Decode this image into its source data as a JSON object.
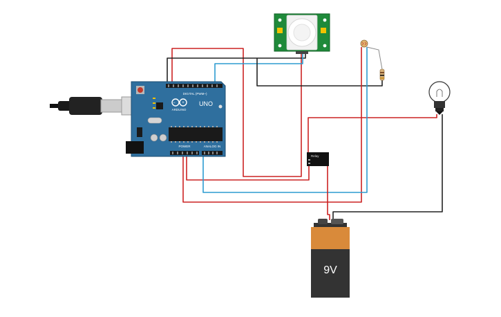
{
  "arduino": {
    "model_label": "UNO",
    "brand_label": "ARDUINO",
    "digital_header_label": "DIGITAL (PWM~)",
    "power_header_label": "POWER",
    "analog_header_label": "ANALOG IN",
    "color": "#2f6f9e"
  },
  "pir_sensor": {
    "color": "#1f8a3a"
  },
  "battery": {
    "label": "9V",
    "top_color": "#d98a3a",
    "body_color": "#333333"
  },
  "relay": {
    "label": "Relay"
  },
  "wires": {
    "red": "#cc2222",
    "black": "#222222",
    "blue": "#2b9bd1"
  }
}
